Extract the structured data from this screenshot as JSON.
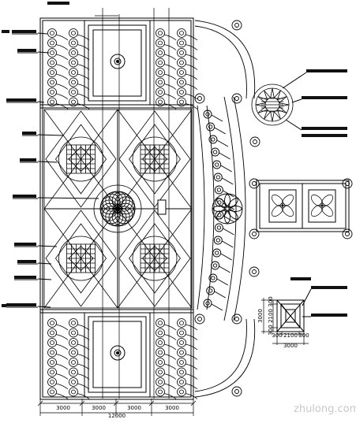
{
  "drawing": {
    "line_color": "#000000",
    "label_color": "#111111",
    "label_text_style": "illegible-chinese-annotation",
    "bottom_dimensions": [
      "3000",
      "3000",
      "3000",
      "3000",
      "12000"
    ],
    "detail_dimensions": {
      "horizontal": [
        "300",
        "2100",
        "300",
        "3000"
      ],
      "vertical": [
        "300",
        "2100",
        "300",
        "3000"
      ]
    }
  },
  "watermark": {
    "text": "zhulong.com",
    "color": "#c8c8c8"
  }
}
